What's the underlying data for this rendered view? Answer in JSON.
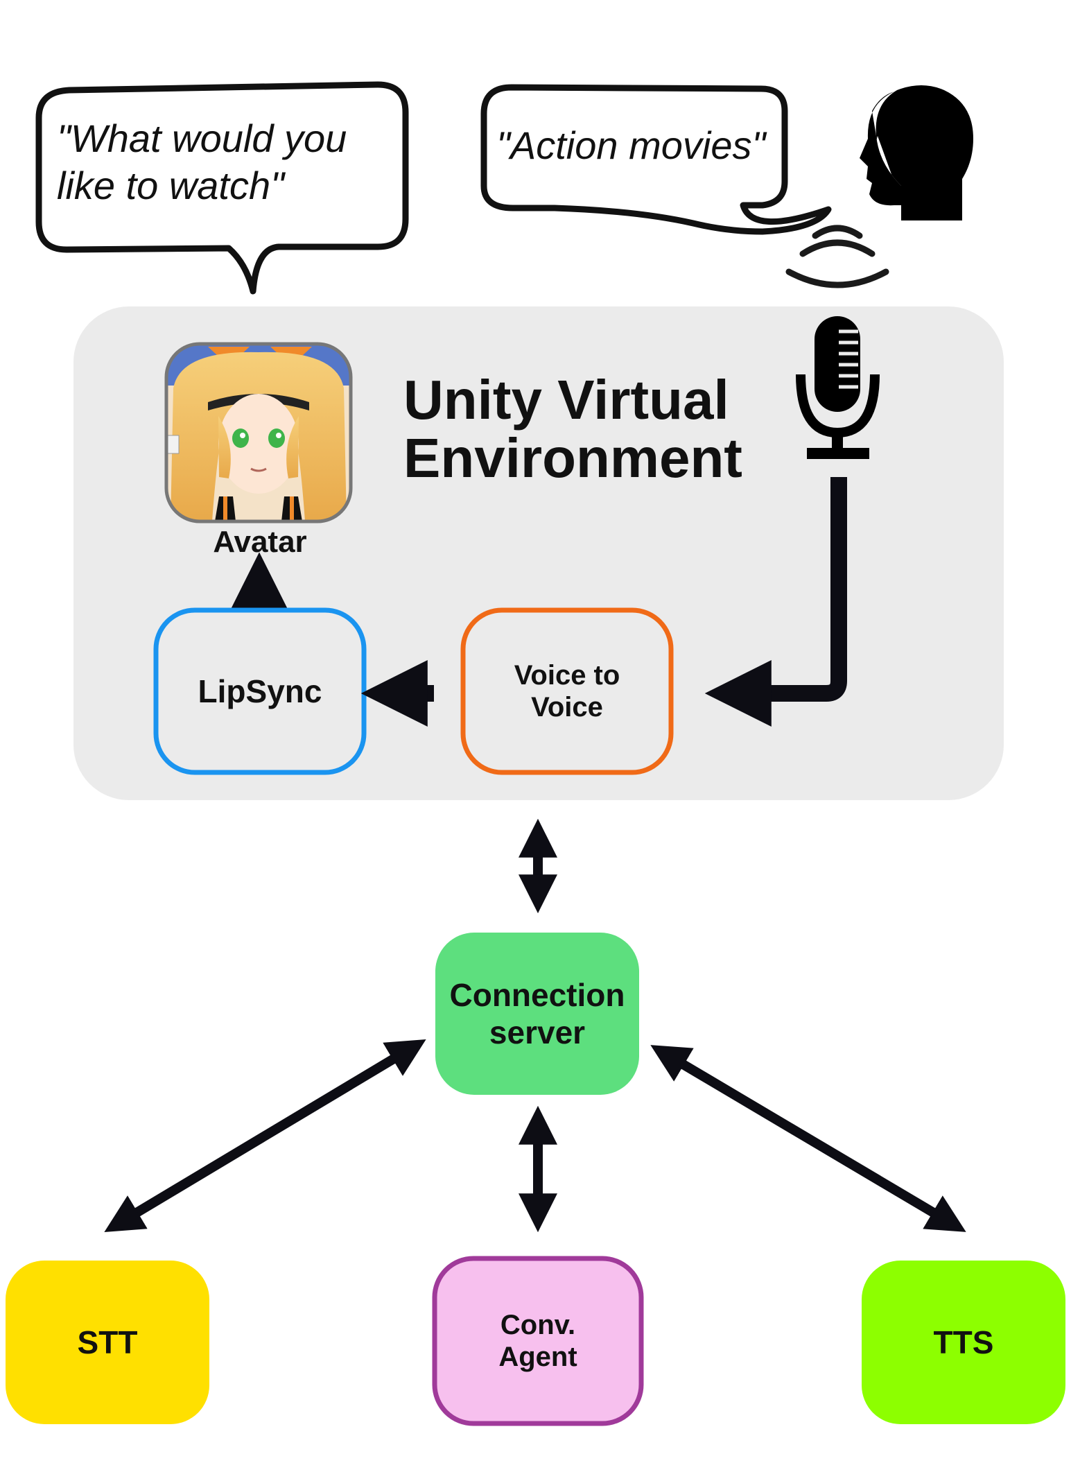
{
  "bubbles": {
    "avatar_speech": "\"What would you like to watch\"",
    "user_speech": "\"Action movies\""
  },
  "environment": {
    "title": "Unity Virtual Environment",
    "avatar_label": "Avatar"
  },
  "components": {
    "lipsync": "LipSync",
    "voice_to_voice": "Voice to Voice",
    "connection_server": "Connection server",
    "stt": "STT",
    "conv_agent": "Conv. Agent",
    "tts": "TTS"
  },
  "icons": [
    "head-silhouette-icon",
    "sound-waves-icon",
    "microphone-icon",
    "avatar-portrait-icon"
  ],
  "colors": {
    "environment_bg": "#ebebeb",
    "lipsync_border": "#1a94f0",
    "voice_border": "#f06a17",
    "connection_fill": "#5ddf7e",
    "stt_fill": "#ffe000",
    "conv_agent_fill": "#f7c0ee",
    "conv_agent_border": "#a03a9a",
    "tts_fill": "#8dff00"
  }
}
